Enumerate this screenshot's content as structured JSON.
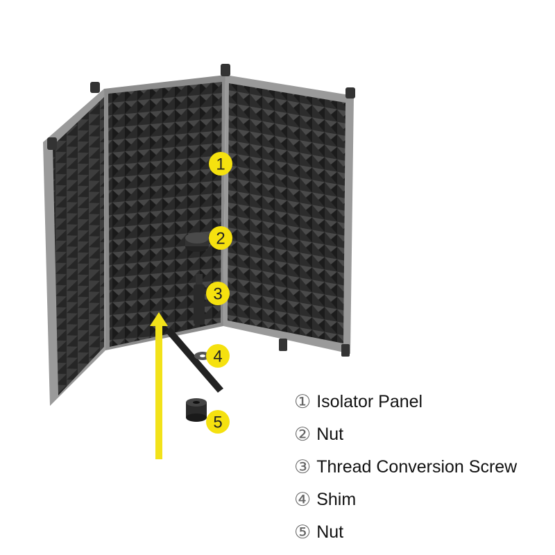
{
  "callouts": [
    {
      "number": "1"
    },
    {
      "number": "2"
    },
    {
      "number": "3"
    },
    {
      "number": "4"
    },
    {
      "number": "5"
    }
  ],
  "legend": [
    {
      "marker": "①",
      "label": "Isolator Panel"
    },
    {
      "marker": "②",
      "label": "Nut"
    },
    {
      "marker": "③",
      "label": "Thread Conversion Screw"
    },
    {
      "marker": "④",
      "label": "Shim"
    },
    {
      "marker": "⑤",
      "label": "Nut"
    }
  ],
  "colors": {
    "callout": "#f5e10f",
    "arrow": "#f2e21a",
    "foam": "#2a2a2a",
    "frame": "#8a8a8a"
  }
}
